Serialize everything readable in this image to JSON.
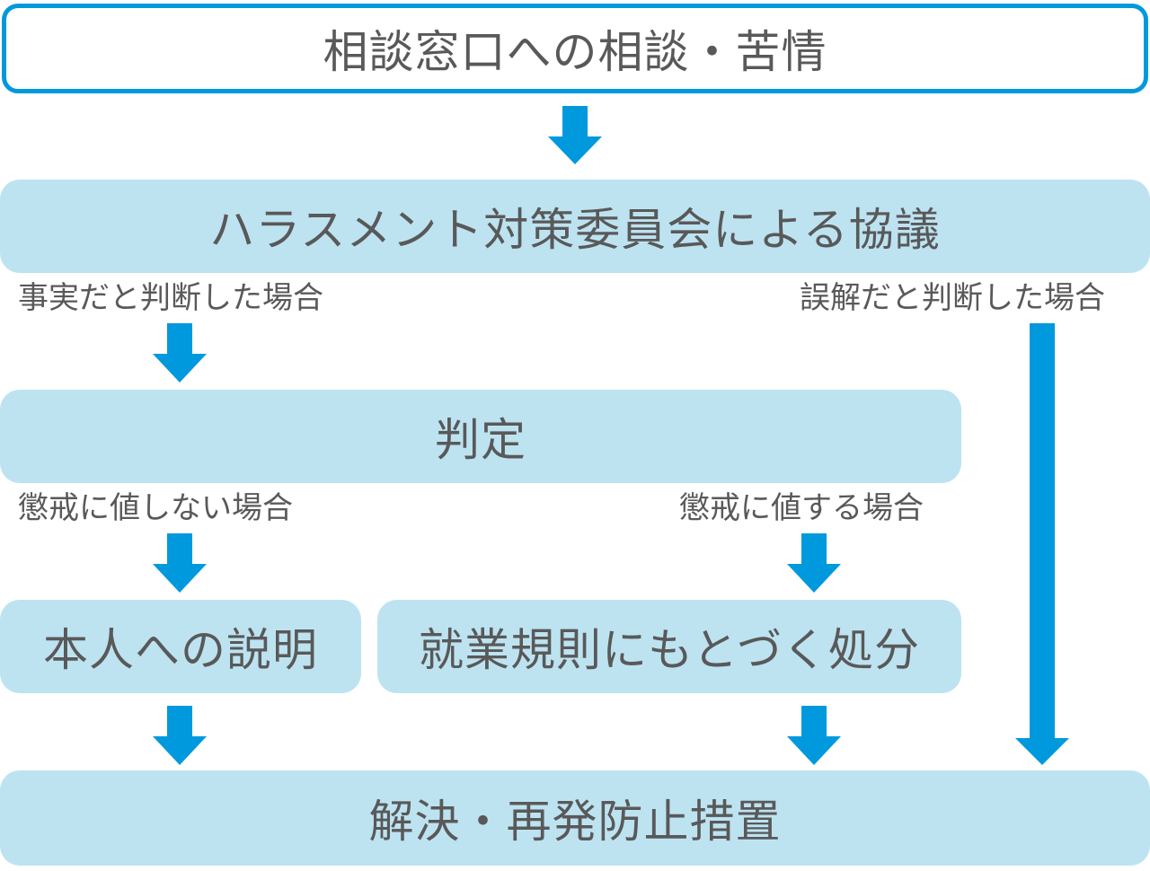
{
  "diagram": {
    "title_box": "相談窓口への相談・苦情",
    "committee_box": "ハラスメント対策委員会による協議",
    "judgment_box": "判定",
    "explanation_box": "本人への説明",
    "disciplinary_box": "就業規則にもとづく処分",
    "resolution_box": "解決・再発防止措置",
    "labels": {
      "fact": "事実だと判断した場合",
      "misunderstanding": "誤解だと判断した場合",
      "not_warrant": "懲戒に値しない場合",
      "warrant": "懲戒に値する場合"
    },
    "colors": {
      "box_fill": "#bde3f1",
      "accent": "#0099dd",
      "text": "#595959"
    }
  }
}
